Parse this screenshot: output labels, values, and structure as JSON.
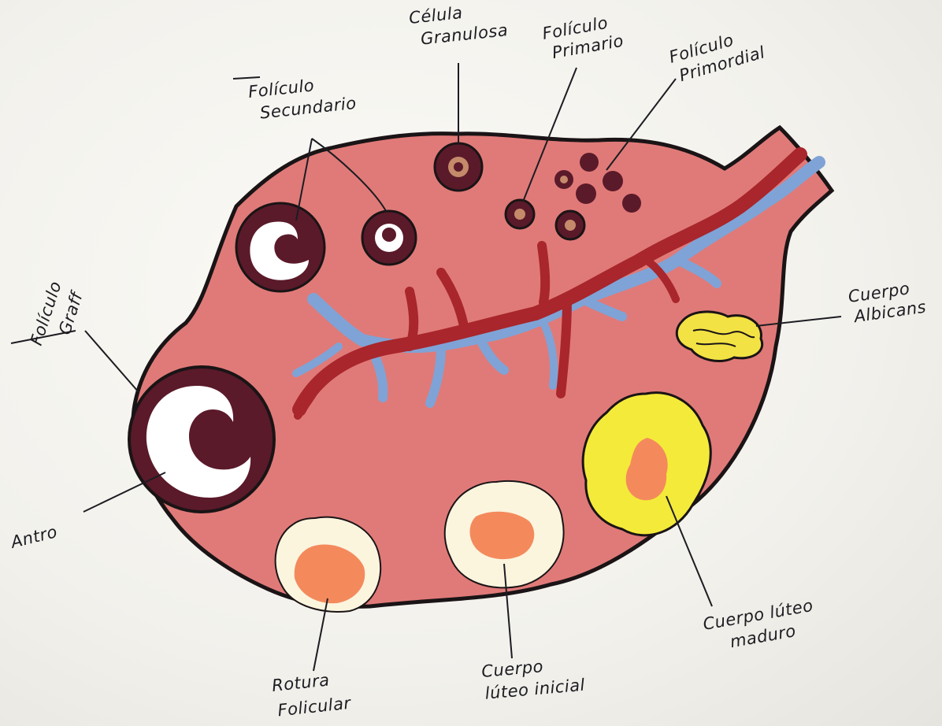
{
  "colors": {
    "ovary": "#e07a78",
    "outline": "#1a1416",
    "follicle_dark": "#5a1a2a",
    "artery": "#a8262c",
    "vein": "#7fa3d6",
    "corpus_luteum": "#f4ea3a",
    "albicans": "#f2e244",
    "rupture_core": "#f48a5c",
    "white_halo": "#fbf5de"
  },
  "labels": {
    "celula": [
      "Célula",
      "Granulosa"
    ],
    "primario": [
      "Folículo",
      "Primario"
    ],
    "primordial": [
      "Folículo",
      "Primordial"
    ],
    "secundario": [
      "Folículo",
      "Secundario"
    ],
    "graff": [
      "Folículo",
      "Graff"
    ],
    "albicans": [
      "Cuerpo",
      "Albicans"
    ],
    "antro": [
      "Antro"
    ],
    "rotura": [
      "Rotura",
      "Folicular"
    ],
    "luteo_inicial": [
      "Cuerpo",
      "lúteo inicial"
    ],
    "luteo_maduro": [
      "Cuerpo lúteo",
      "maduro"
    ]
  }
}
